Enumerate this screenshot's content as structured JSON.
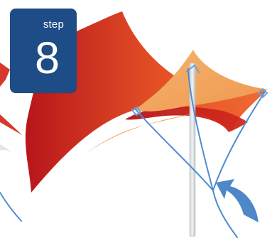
{
  "step_badge": {
    "label": "step",
    "number": "8"
  },
  "colors": {
    "canopy_dark": "#b8161b",
    "canopy_mid": "#e8532b",
    "canopy_light": "#f2a35b",
    "rope": "#4f8bd0",
    "pole": "#d9dde0",
    "arrow": "#4e88c8",
    "badge": "#1d4c86"
  },
  "icons": {
    "direction_arrow": "curved-arrow-icon",
    "tent": "shade-sail-illustration"
  }
}
